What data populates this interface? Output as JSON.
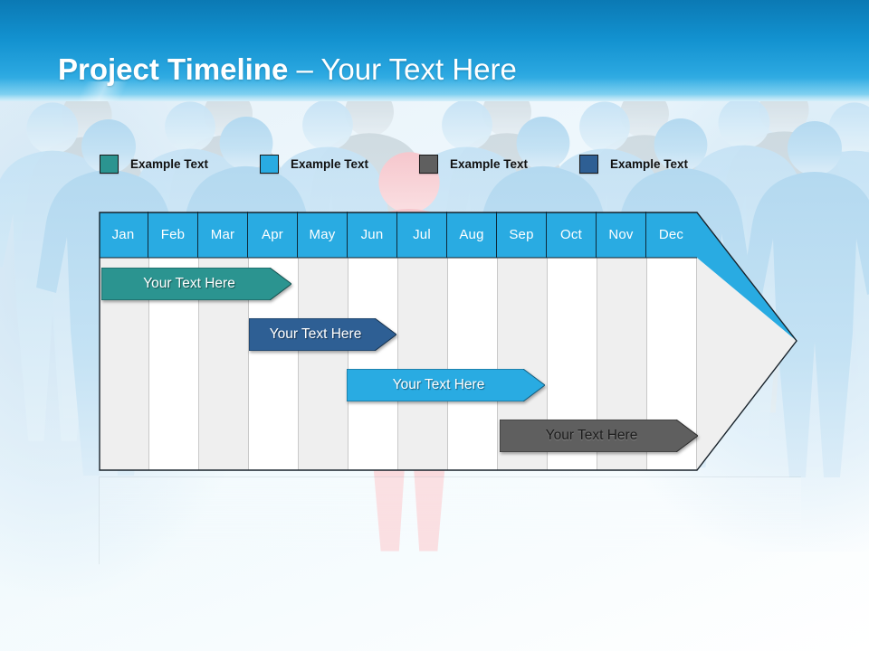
{
  "banner": {
    "title_bold": "Project Timeline",
    "title_rest": " – Your Text Here",
    "background_top": "#0b79b4",
    "background_bottom": "#8fd4f0"
  },
  "legend": {
    "items": [
      {
        "label": "Example Text",
        "color": "#2b9490",
        "icon": "legend-swatch-teal"
      },
      {
        "label": "Example Text",
        "color": "#29abe2",
        "icon": "legend-swatch-light-blue"
      },
      {
        "label": "Example Text",
        "color": "#5f5f5f",
        "icon": "legend-swatch-gray"
      },
      {
        "label": "Example Text",
        "color": "#2e5f94",
        "icon": "legend-swatch-dark-blue"
      }
    ]
  },
  "chart_data": {
    "type": "bar",
    "title": "Project Timeline – Your Text Here",
    "categories": [
      "Jan",
      "Feb",
      "Mar",
      "Apr",
      "May",
      "Jun",
      "Jul",
      "Aug",
      "Sep",
      "Oct",
      "Nov",
      "Dec"
    ],
    "xlabel": "",
    "ylabel": "",
    "grid": true,
    "legend_position": "top",
    "header_color": "#29abe2",
    "band_colors": [
      "#efefef",
      "#ffffff"
    ],
    "series": [
      {
        "name": "Your  Text Here",
        "color": "#2b9490",
        "start_month": "Jan",
        "end_month": "Apr",
        "row": 1,
        "label": "Your  Text Here"
      },
      {
        "name": "Your  Text Here",
        "color": "#2e5f94",
        "start_month": "Apr",
        "end_month": "Jun",
        "row": 2,
        "label": "Your  Text Here"
      },
      {
        "name": "Your  Text Here",
        "color": "#29abe2",
        "start_month": "Jun",
        "end_month": "Sep",
        "row": 3,
        "label": "Your  Text Here"
      },
      {
        "name": "Your  Text Here",
        "color": "#5f5f5f",
        "start_month": "Sep",
        "end_month": "Dec",
        "row": 4,
        "label": "Your  Text Here"
      }
    ]
  },
  "bars": [
    {
      "label": "Your  Text Here",
      "color": "#2b9490",
      "text_tone": "light"
    },
    {
      "label": "Your  Text Here",
      "color": "#2e5f94",
      "text_tone": "light"
    },
    {
      "label": "Your  Text Here",
      "color": "#29abe2",
      "text_tone": "light"
    },
    {
      "label": "Your  Text Here",
      "color": "#5f5f5f",
      "text_tone": "dark"
    }
  ],
  "months": [
    "Jan",
    "Feb",
    "Mar",
    "Apr",
    "May",
    "Jun",
    "Jul",
    "Aug",
    "Sep",
    "Oct",
    "Nov",
    "Dec"
  ]
}
